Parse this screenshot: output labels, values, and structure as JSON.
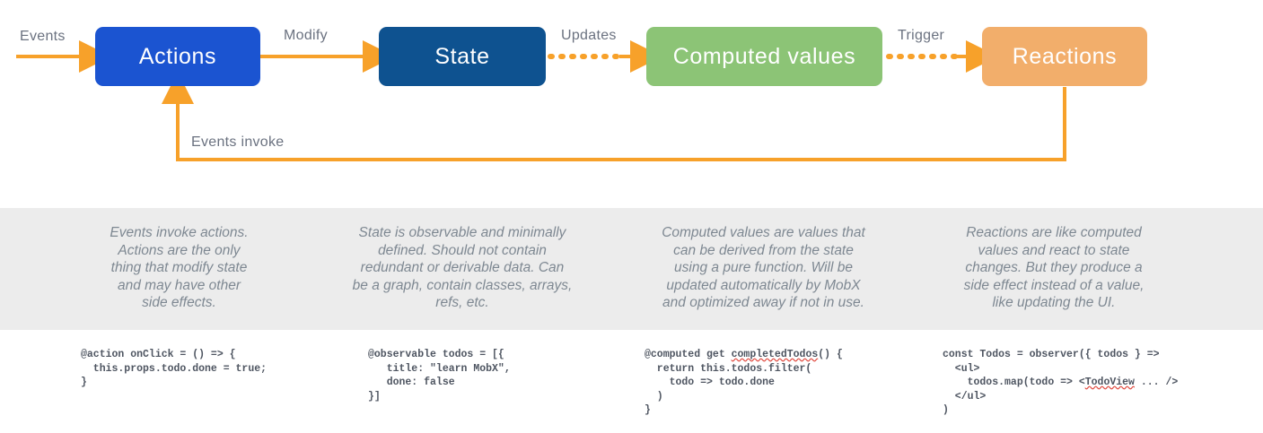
{
  "diagram": {
    "nodes": [
      {
        "id": "actions",
        "label": "Actions",
        "color": "#1b54d1"
      },
      {
        "id": "state",
        "label": "State",
        "color": "#0e5290"
      },
      {
        "id": "computed",
        "label": "Computed values",
        "color": "#8cc476"
      },
      {
        "id": "reactions",
        "label": "Reactions",
        "color": "#f2ae6b"
      }
    ],
    "edges": [
      {
        "id": "events",
        "label": "Events",
        "style": "solid",
        "from": "",
        "to": "actions"
      },
      {
        "id": "modify",
        "label": "Modify",
        "style": "solid",
        "from": "actions",
        "to": "state"
      },
      {
        "id": "updates",
        "label": "Updates",
        "style": "dotted",
        "from": "state",
        "to": "computed"
      },
      {
        "id": "trigger",
        "label": "Trigger",
        "style": "dotted",
        "from": "computed",
        "to": "reactions"
      },
      {
        "id": "events-invoke",
        "label": "Events invoke",
        "style": "solid",
        "from": "reactions",
        "to": "actions"
      }
    ],
    "arrow_color": "#f7a12a",
    "label_color": "#6b7280"
  },
  "band": {
    "background": "#ececec",
    "text_color": "#7e8892",
    "descriptions": [
      "Events invoke actions.\nActions are the only\nthing that modify state\nand may have other\nside effects.",
      "State is observable and minimally\ndefined. Should not contain\nredundant or derivable data. Can\nbe a graph, contain classes, arrays,\nrefs, etc.",
      "Computed values are values that\ncan be derived from the state\nusing a pure function. Will be\nupdated automatically by MobX\nand optimized away if not in use.",
      "Reactions are like computed\nvalues and react to state\nchanges. But they produce a\nside effect instead of a value,\nlike updating the UI."
    ]
  },
  "code_samples": [
    {
      "id": "action-sample",
      "lines": [
        "@action onClick = () => {",
        "  this.props.todo.done = true;",
        "}"
      ]
    },
    {
      "id": "observable-sample",
      "lines": [
        "@observable todos = [{",
        "   title: \"learn MobX\",",
        "   done: false",
        "}]"
      ]
    },
    {
      "id": "computed-sample",
      "lines": [
        "@computed get completedTodos() {",
        "  return this.todos.filter(",
        "    todo => todo.done",
        "  )",
        "}"
      ],
      "misspelled": "completedTodos"
    },
    {
      "id": "observer-sample",
      "lines": [
        "const Todos = observer({ todos } =>",
        "  <ul>",
        "    todos.map(todo => <TodoView ... />",
        "  </ul>",
        ")"
      ],
      "misspelled": "TodoView"
    }
  ]
}
